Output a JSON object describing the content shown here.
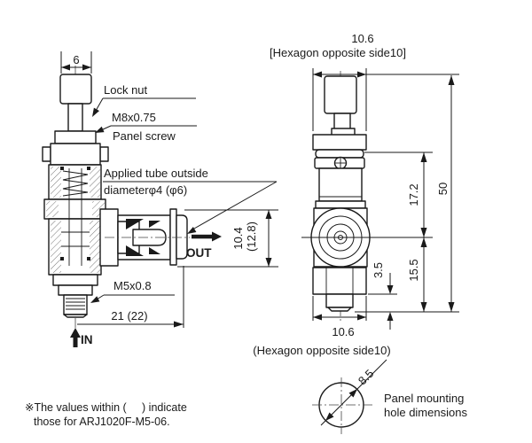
{
  "colors": {
    "ink": "#1a1a1a",
    "background": "#ffffff"
  },
  "front_view": {
    "dim_knob_width": "6",
    "label_lock_nut": "Lock nut",
    "label_panel_thread": "M8x0.75",
    "label_panel_screw": "Panel screw",
    "label_tube_line1": "Applied tube outside",
    "label_tube_line2": "diameterφ4 (φ6)",
    "port_out": "OUT",
    "dim_port_height": "10.4",
    "dim_port_height_alt": "(12.8)",
    "label_bottom_thread": "M5x0.8",
    "dim_length": "21 (22)",
    "port_in": "IN"
  },
  "side_view": {
    "dim_width_top": "10.6",
    "hex_note_top": "[Hexagon opposite side10]",
    "dim_total_height": "50",
    "dim_upper": "17.2",
    "dim_lower": "15.5",
    "dim_stud": "3.5",
    "dim_width_bottom": "10.6",
    "hex_note_bottom": "(Hexagon opposite side10)"
  },
  "panel_hole": {
    "dim_diameter": "8.5",
    "caption_line1": "Panel mounting",
    "caption_line2": "hole dimensions"
  },
  "footnote": {
    "line1": "※The values within (     ) indicate",
    "line2": "those for ARJ1020F-M5-06."
  }
}
